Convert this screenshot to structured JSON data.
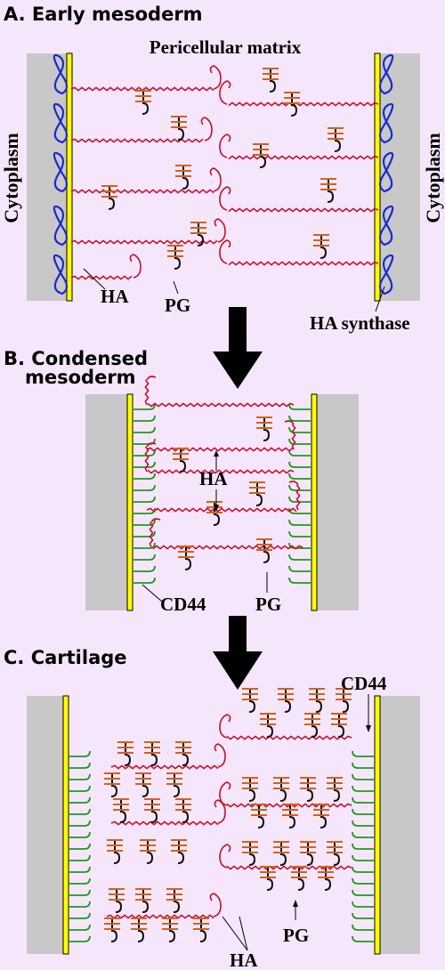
{
  "panels": {
    "a": {
      "title": "A. Early mesoderm",
      "matrix_label": "Pericellular matrix",
      "cytoplasm_left": "Cytoplasm",
      "cytoplasm_right": "Cytoplasm",
      "ha_label": "HA",
      "pg_label": "PG",
      "synthase_label": "HA synthase"
    },
    "b": {
      "title_line1": "B. Condensed",
      "title_line2": "mesoderm",
      "ha_label": "HA",
      "cd44_label": "CD44",
      "pg_label": "PG"
    },
    "c": {
      "title": "C. Cartilage",
      "cd44_label": "CD44",
      "pg_label": "PG",
      "ha_label": "HA"
    }
  },
  "colors": {
    "background": "#f6e6fb",
    "cytoplasm": "#c8c8c8",
    "membrane": "#ffff00",
    "hyaluronan": "#c8102e",
    "proteoglycan": "#d4611c",
    "link_hook": "#111111",
    "ha_synthase": "#1a2ad0",
    "cd44": "#1b9a1b"
  }
}
